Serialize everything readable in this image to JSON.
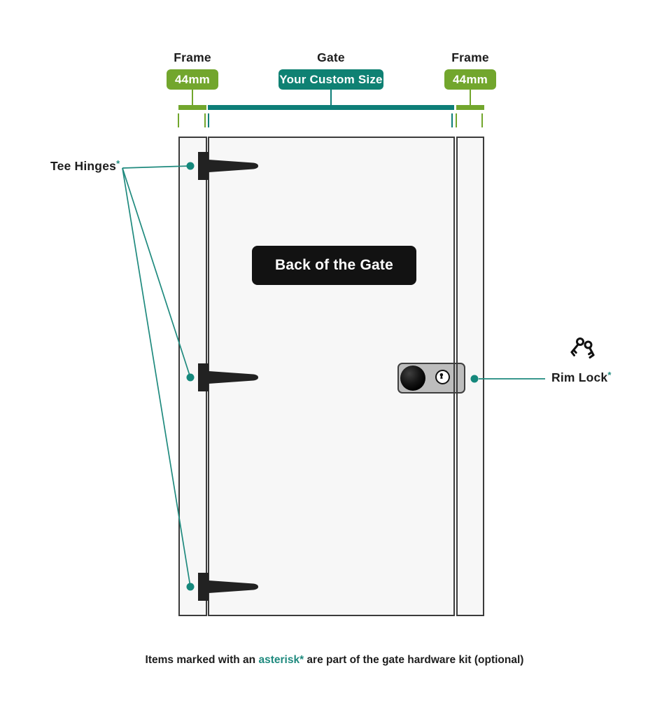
{
  "colors": {
    "green": "#72a62d",
    "teal": "#0f8173",
    "teal_bar": "#0d7e78",
    "leader": "#1f8a7e",
    "ink": "#1d1d1d",
    "door_border": "#3b3b3b",
    "door_fill": "#f7f7f7",
    "lock_fill": "#bdbdbd"
  },
  "top_measurements": {
    "left_frame": {
      "title": "Frame",
      "badge": "44mm"
    },
    "gate": {
      "title": "Gate",
      "badge": "Your Custom Size"
    },
    "right_frame": {
      "title": "Frame",
      "badge": "44mm"
    }
  },
  "gate_face_label": "Back of the Gate",
  "callouts": {
    "tee_hinges": {
      "label": "Tee Hinges",
      "asterisk": "*"
    },
    "rim_lock": {
      "label": "Rim Lock",
      "asterisk": "*"
    }
  },
  "footnote": {
    "prefix": "Items marked with an ",
    "highlight": "asterisk*",
    "suffix": " are part of the gate hardware kit (optional)"
  }
}
